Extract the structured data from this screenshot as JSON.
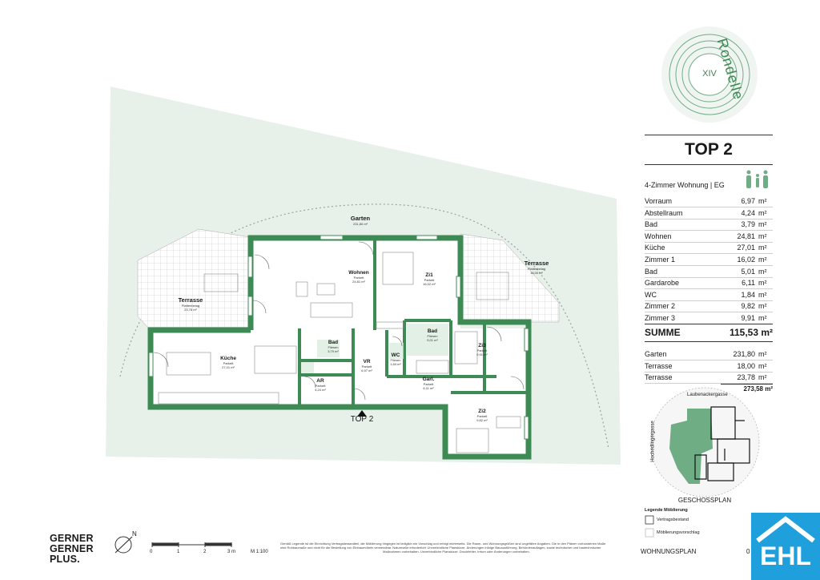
{
  "brand": {
    "project_numeral": "XIV",
    "project_name": "Rondelle",
    "logo_lines": [
      "GERNER",
      "GERNER",
      "PLUS."
    ],
    "agency": "EHL"
  },
  "unit": {
    "title": "TOP 2",
    "subtitle": "4-Zimmer Wohnung | EG",
    "entrance_label": "TOP 2"
  },
  "areas": [
    {
      "name": "Vorraum",
      "value": "6,97",
      "unit": "m²"
    },
    {
      "name": "Abstellraum",
      "value": "4,24",
      "unit": "m²"
    },
    {
      "name": "Bad",
      "value": "3,79",
      "unit": "m²"
    },
    {
      "name": "Wohnen",
      "value": "24,81",
      "unit": "m²"
    },
    {
      "name": "Küche",
      "value": "27,01",
      "unit": "m²"
    },
    {
      "name": "Zimmer 1",
      "value": "16,02",
      "unit": "m²"
    },
    {
      "name": "Bad",
      "value": "5,01",
      "unit": "m²"
    },
    {
      "name": "Gardarobe",
      "value": "6,11",
      "unit": "m²"
    },
    {
      "name": "WC",
      "value": "1,84",
      "unit": "m²"
    },
    {
      "name": "Zimmer 2",
      "value": "9,82",
      "unit": "m²"
    },
    {
      "name": "Zimmer 3",
      "value": "9,91",
      "unit": "m²"
    }
  ],
  "summe": {
    "label": "SUMME",
    "value": "115,53 m²"
  },
  "outdoor": [
    {
      "name": "Garten",
      "value": "231,80",
      "unit": "m²"
    },
    {
      "name": "Terrasse",
      "value": "18,00",
      "unit": "m²"
    },
    {
      "name": "Terrasse",
      "value": "23,78",
      "unit": "m²"
    }
  ],
  "outdoor_total": "273,58 m²",
  "floor_plan_labels": {
    "street_top": "Laubenackergasse",
    "street_left": "Hochedlingergasse",
    "caption": "GESCHOSSPLAN"
  },
  "legend": {
    "title": "Legende Möblierung",
    "items": [
      "Vertragsbestand",
      "Möblierungsvorschlag"
    ]
  },
  "scale": {
    "ticks": [
      "0",
      "1",
      "2",
      "3 m"
    ],
    "ratio": "M 1:100",
    "north": "N"
  },
  "footer": {
    "disclaimer_1": "Gemäß Legende ist die Einrichtung Vertragsbestandteil, die Möblierung hingegen ist lediglich ein Vorschlag und erfolgt mieterseits. Die Raum- und Wohnungsgrößen sind ungefähre Angaben. Die in den Plänen vorhandenen Maße",
    "disclaimer_2": "sind Rohbaumaße und nicht für die Bestellung von Einbaumöbeln verwendbar. Naturmaße erforderlich! Unverbindliche Planskizze. Änderungen infolge Bauausführung, Behördenauflagen, sowie technischer und bautechnischer",
    "disclaimer_3": "Maßnahmen vorbehalten. Unverbindliche Planskizze. Druckfehler, Irrtum oder Änderungen vorbehalten.",
    "plan_type": "WOHNUNGSPLAN",
    "page": "0"
  },
  "rooms": {
    "garten": {
      "name": "Garten",
      "area": "231,80 m²"
    },
    "terrasse_left": {
      "name": "Terrasse",
      "floor": "Plattenbelag",
      "area": "23,78 m²"
    },
    "terrasse_right": {
      "name": "Terrasse",
      "floor": "Plattenbelag",
      "area": "18,00 m²"
    },
    "wohnen": {
      "name": "Wohnen",
      "floor": "Parkett",
      "area": "24,81 m²"
    },
    "zi1": {
      "name": "Zi1",
      "floor": "Parkett",
      "area": "16,02 m²"
    },
    "kueche": {
      "name": "Küche",
      "floor": "Parkett",
      "area": "27,01 m²"
    },
    "bad1": {
      "name": "Bad",
      "floor": "Fliesen",
      "area": "3,79 m²"
    },
    "vr": {
      "name": "VR",
      "floor": "Parkett",
      "area": "6,97 m²"
    },
    "wc": {
      "name": "WC",
      "floor": "Fliesen",
      "area": "1,84 m²"
    },
    "bad2": {
      "name": "Bad",
      "floor": "Fliesen",
      "area": "5,01 m²"
    },
    "zi3": {
      "name": "Zi3",
      "floor": "Parkett",
      "area": "9,91 m²"
    },
    "ar": {
      "name": "AR",
      "floor": "Parkett",
      "area": "4,24 m²"
    },
    "garderobe": {
      "name": "Garl.",
      "floor": "Parkett",
      "area": "6,11 m²"
    },
    "zi2": {
      "name": "Zi2",
      "floor": "Parkett",
      "area": "9,82 m²"
    }
  },
  "colors": {
    "wall": "#3d8a55",
    "garden": "#e7f1ea",
    "key_plan_highlight": "#6fae85",
    "accent_light": "#d7eadb",
    "ehl_blue": "#1f9fdc"
  }
}
